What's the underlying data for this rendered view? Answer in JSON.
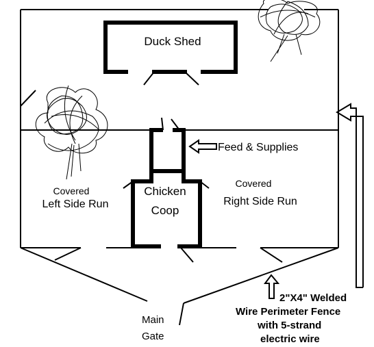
{
  "labels": {
    "duck_shed": "Duck Shed",
    "feed_supplies": "Feed & Supplies",
    "chicken": "Chicken",
    "coop": "Coop",
    "left_covered": "Covered",
    "left_side_run": "Left Side Run",
    "right_covered": "Covered",
    "right_side_run": "Right Side Run",
    "main": "Main",
    "gate": "Gate",
    "fence_line1": "2\"X4\" Welded",
    "fence_line2": "Wire Perimeter Fence",
    "fence_line3": "with 5-strand",
    "fence_line4": "electric wire"
  },
  "icons": [
    "tree-icon",
    "arrow-up-icon",
    "arrow-left-icon"
  ]
}
